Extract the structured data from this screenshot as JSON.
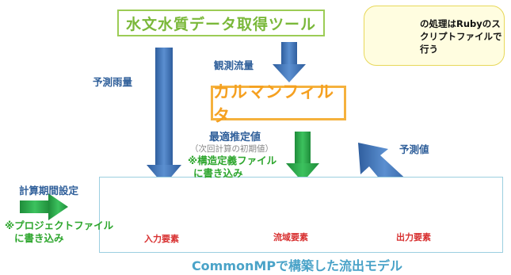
{
  "title": {
    "tool": "水文水質データ取得ツール",
    "kalman": "カルマンフィルタ",
    "model": "CommonMPで構築した流出モデル"
  },
  "legend": {
    "text": "の処理はRubyのスクリプトファイルで行う",
    "colors": {
      "blue": "#3e71b6",
      "green": "#27a54a"
    }
  },
  "labels": {
    "rainfall_forecast": "予測雨量",
    "observed_flow": "観測流量",
    "optimal_estimate": "最適推定値",
    "next_initial": "（次回計算の初期値）",
    "structure_def_line1": "※構造定義ファイル",
    "structure_def_line2": "に書き込み",
    "forecast_value": "予測値",
    "calc_period": "計算期間設定",
    "project_file_line1": "※プロジェクトファイル",
    "project_file_line2": "に書き込み"
  },
  "elements": {
    "input": "入力要素",
    "basin": "流域要素",
    "output": "出力要素"
  },
  "colors": {
    "arrow_blue": "#3e71b6",
    "arrow_green": "#27a54a",
    "ellipse_red": "#e02a2a",
    "ellipse_green": "#27a54a",
    "ellipse_purple": "#5b3fb0",
    "flow_orange": "#f5a43a"
  }
}
